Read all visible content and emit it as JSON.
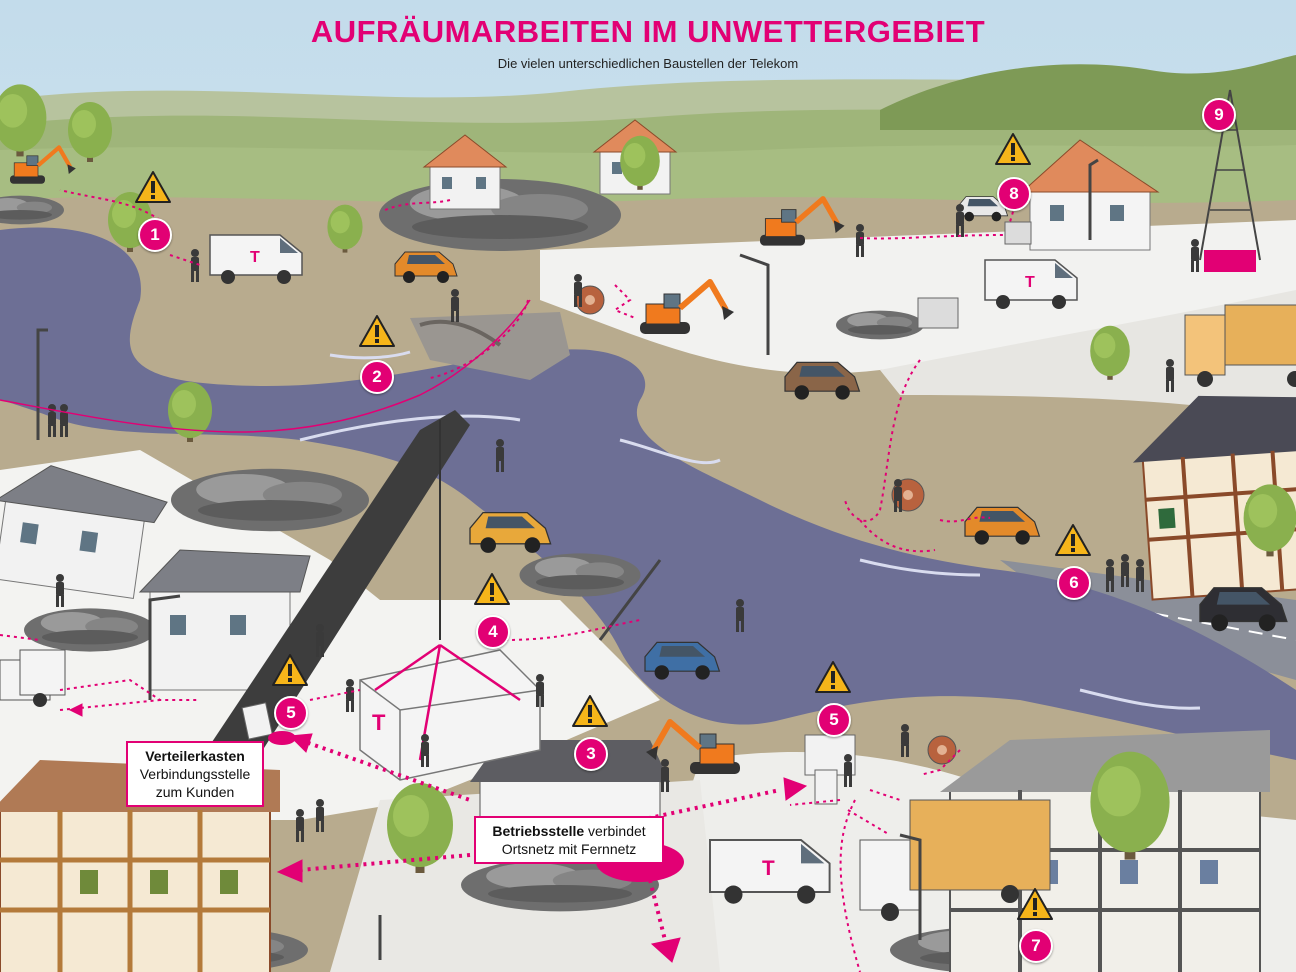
{
  "header": {
    "title": "AUFRÄUMARBEITEN IM UNWETTERGEBIET",
    "subtitle": "Die vielen unterschiedlichen Baustellen der Telekom"
  },
  "markers": [
    {
      "label": "1"
    },
    {
      "label": "2"
    },
    {
      "label": "3"
    },
    {
      "label": "4"
    },
    {
      "label": "5"
    },
    {
      "label": "5"
    },
    {
      "label": "6"
    },
    {
      "label": "7"
    },
    {
      "label": "8"
    },
    {
      "label": "9"
    }
  ],
  "callouts": {
    "verteiler": {
      "bold": "Verteilerkasten",
      "line2": "Verbindungsstelle",
      "line3": "zum Kunden"
    },
    "betrieb": {
      "bold": "Betriebsstelle",
      "rest": " verbindet",
      "line2": "Ortsnetz mit Fernnetz"
    }
  },
  "van_logo": "T",
  "colors": {
    "brand": "#e20074",
    "river": "#6d6f95",
    "mud": "#b8ab8e",
    "warning": "#f6b51a",
    "sky": "#cfe4ef",
    "hills": "#9fb57a"
  },
  "icons": [
    "warning-icon",
    "telekom-logo-icon",
    "crane-icon",
    "excavator-icon"
  ]
}
